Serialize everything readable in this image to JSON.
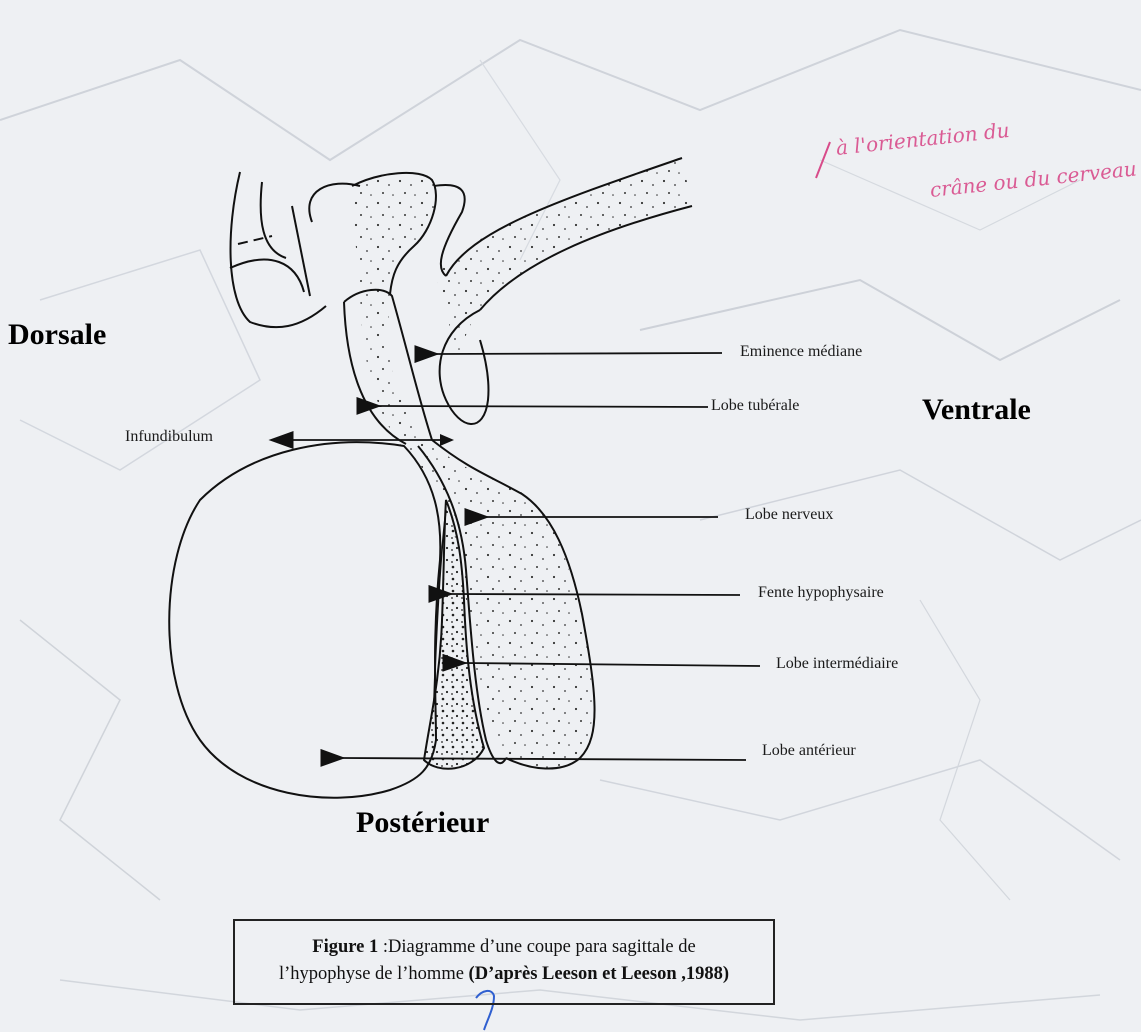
{
  "orientation": {
    "dorsal": "Dorsale",
    "ventral": "Ventrale",
    "posterior": "Postérieur"
  },
  "labels": {
    "eminence": "Eminence médiane",
    "tuberal": "Lobe tubérale",
    "infundibulum": "Infundibulum",
    "nerveux": "Lobe nerveux",
    "fente": "Fente hypophysaire",
    "intermediaire": "Lobe intermédiaire",
    "anterieur": "Lobe antérieur"
  },
  "handwritten": {
    "line1": "à l'orientation du",
    "line2": "crâne ou du cerveau"
  },
  "caption": {
    "figure": "Figure 1",
    "text1": " :Diagramme d’une coupe para sagittale de",
    "text2": "l’hypophyse de l’homme ",
    "source": "(D’après Leeson et Leeson ,1988)"
  }
}
